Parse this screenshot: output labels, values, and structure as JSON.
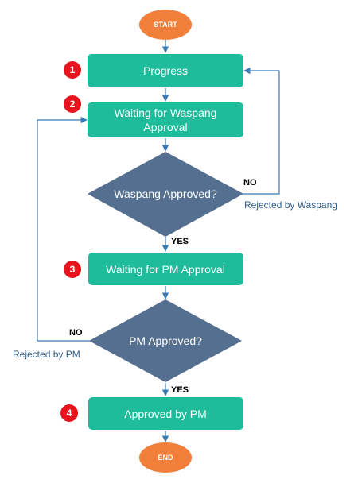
{
  "colors": {
    "terminal": "#f07f3c",
    "process": "#1fbc9c",
    "decision": "#546f8f",
    "badge": "#e8141d",
    "edge": "#3b7bb3",
    "note": "#2f5f8a"
  },
  "nodes": {
    "start": {
      "label": "START"
    },
    "progress": {
      "label": "Progress",
      "step": "1"
    },
    "waiting_waspang": {
      "label_line1": "Waiting for Waspang",
      "label_line2": "Approval",
      "step": "2"
    },
    "waspang_decision": {
      "label": "Waspang Approved?"
    },
    "waiting_pm": {
      "label": "Waiting for PM Approval",
      "step": "3"
    },
    "pm_decision": {
      "label": "PM Approved?"
    },
    "approved_pm": {
      "label": "Approved by PM",
      "step": "4"
    },
    "end": {
      "label": "END"
    }
  },
  "branches": {
    "waspang_yes": "YES",
    "waspang_no": "NO",
    "waspang_rejected": "Rejected by Waspang",
    "pm_yes": "YES",
    "pm_no": "NO",
    "pm_rejected": "Rejected by PM"
  }
}
